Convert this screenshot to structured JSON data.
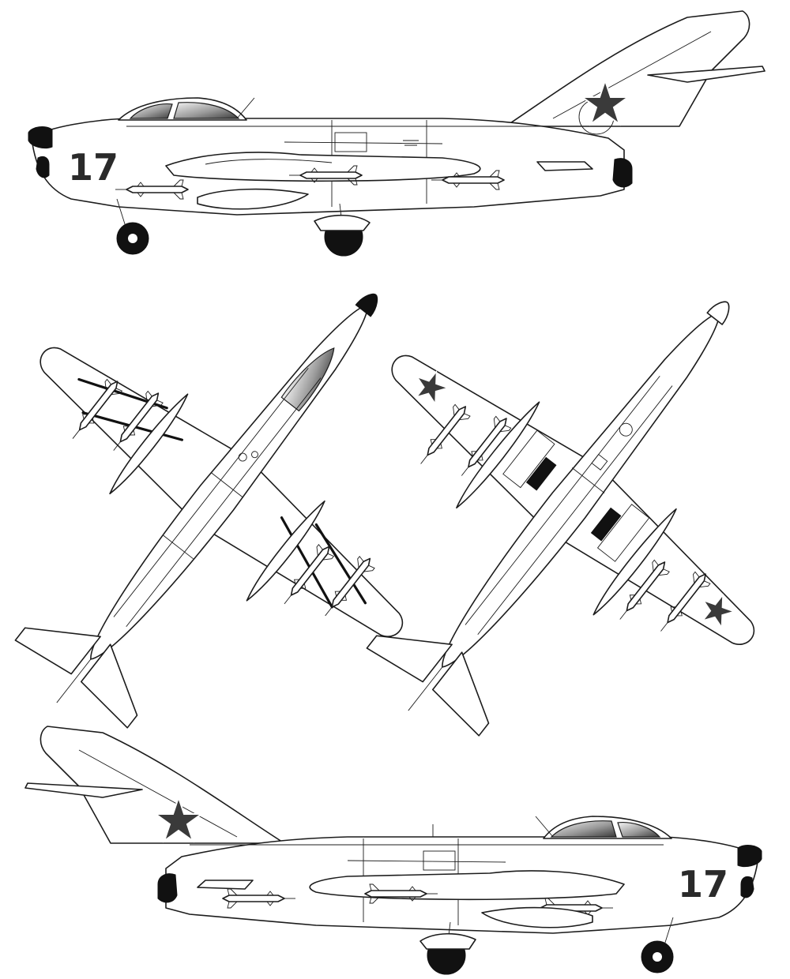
{
  "aircraft": {
    "tactical_number": "17",
    "colors": {
      "line": "#1c1c1c",
      "fill": "#ffffff",
      "star": "#3a3a3a",
      "star_outline": "#ffffff",
      "tire": "#111111",
      "number": "#2a2a2a"
    },
    "views": [
      {
        "id": "left-side-view",
        "kind": "side",
        "facing": "left"
      },
      {
        "id": "top-view",
        "kind": "plan",
        "facing": "up-right"
      },
      {
        "id": "bottom-view",
        "kind": "plan-underside",
        "facing": "up-right"
      },
      {
        "id": "right-side-view",
        "kind": "side",
        "facing": "right"
      }
    ],
    "icons": [
      "red-star-insignia-icon",
      "wheel-icon",
      "missile-icon",
      "cockpit-canopy-icon"
    ]
  }
}
